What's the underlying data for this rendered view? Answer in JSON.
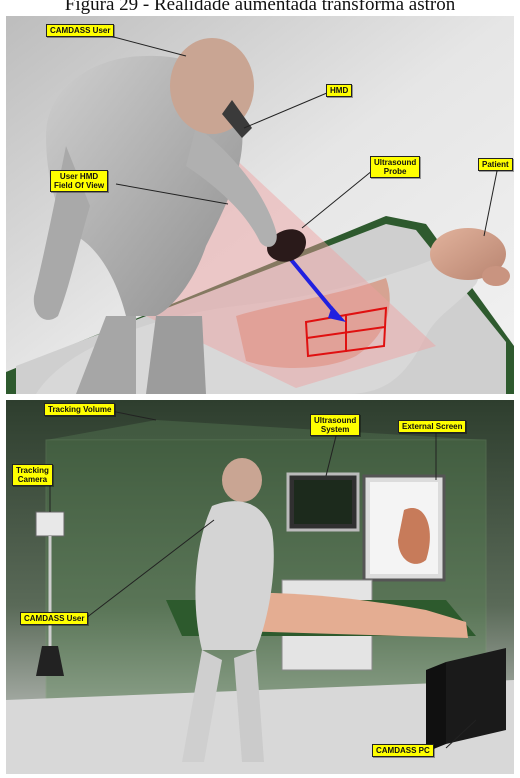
{
  "caption": "Figura 29 - Realidade aumentada transforma astron",
  "top_figure": {
    "labels": {
      "user": "CAMDASS User",
      "hmd": "HMD",
      "fov_line1": "User HMD",
      "fov_line2": "Field Of View",
      "probe_line1": "Ultrasound",
      "probe_line2": "Probe",
      "patient": "Patient"
    }
  },
  "bottom_figure": {
    "labels": {
      "tracking_volume": "Tracking Volume",
      "ultrasound_line1": "Ultrasound",
      "ultrasound_line2": "System",
      "external_screen": "External Screen",
      "camera_line1": "Tracking",
      "camera_line2": "Camera",
      "user": "CAMDASS User",
      "pc": "CAMDASS PC"
    }
  },
  "colors": {
    "label_bg": "#ffff00",
    "volume_green": "#5a8a55",
    "fov_red": "#e88a8a",
    "grid_red": "#e01010",
    "arrow_blue": "#2020e0"
  }
}
